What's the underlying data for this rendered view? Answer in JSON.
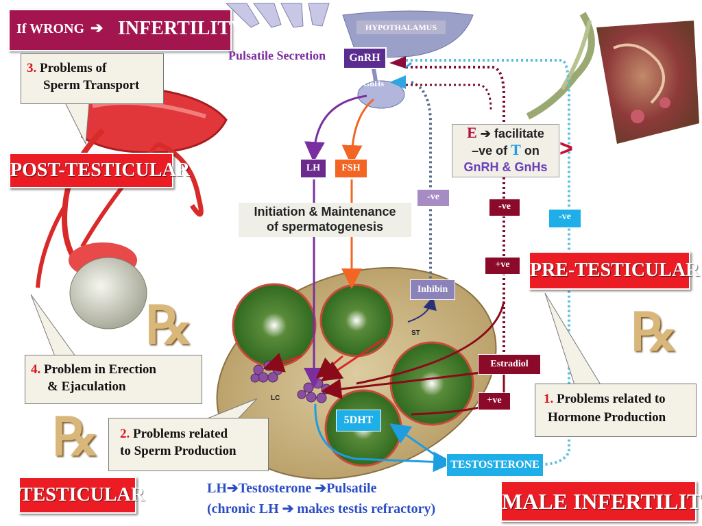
{
  "header": {
    "prefix": "If WRONG",
    "arrow": "➔",
    "result": "INFERTILITY"
  },
  "axis": {
    "hypothalamus": "HYPOTHALAMUS",
    "pulsatile": "Pulsatile Secretion",
    "gnrh": "GnRH",
    "gnhs": "GnHs",
    "lh": "LH",
    "fsh": "FSH",
    "initiation_line1": "Initiation & Maintenance",
    "initiation_line2": "of spermatogenesis",
    "neg1": "-ve",
    "neg2": "-ve",
    "neg3": "-ve",
    "pos1": "+ve",
    "pos2": "+ve",
    "inhibin": "Inhibin",
    "estradiol": "Estradiol",
    "dht": "5DHT",
    "testosterone": "TESTOSTERONE",
    "st": "ST",
    "lc": "LC"
  },
  "estrogen_box": {
    "e": "E",
    "arrow": "➔",
    "line1": "facilitate",
    "line2_prefix": "–ve of",
    "t": "T",
    "line2_suffix": "on",
    "line3": "GnRH & GnHs",
    "chevron": ">"
  },
  "categories": {
    "post": "POST-TESTICULAR",
    "pre": "PRE-TESTICULAR",
    "testicular": "TESTICULAR",
    "male": "MALE INFERTILITY"
  },
  "problems": {
    "p1_num": "1.",
    "p1_line1": "Problems related to",
    "p1_line2": "Hormone Production",
    "p2_num": "2.",
    "p2_line1": "Problems related",
    "p2_line2": "to Sperm Production",
    "p3_num": "3.",
    "p3_line1": "Problems of",
    "p3_line2": "Sperm Transport",
    "p4_num": "4.",
    "p4_line1": "Problem in Erection",
    "p4_line2": "& Ejaculation"
  },
  "footer": {
    "line1_a": "LH",
    "line1_arrow1": "➔",
    "line1_b": "Testosterone",
    "line1_arrow2": "➔",
    "line1_c": "Pulsatile",
    "line2_a": "(chronic LH",
    "line2_arrow": "➔",
    "line2_b": "makes testis refractory)"
  },
  "rx_symbol": "℞",
  "colors": {
    "red": "#ec1c24",
    "maroon": "#9c1a4a",
    "purple": "#7b2f9e",
    "blue": "#1e9de0",
    "orange": "#f26522",
    "dark_red": "#7a0f1f",
    "footer_blue": "#2a4cc4"
  }
}
